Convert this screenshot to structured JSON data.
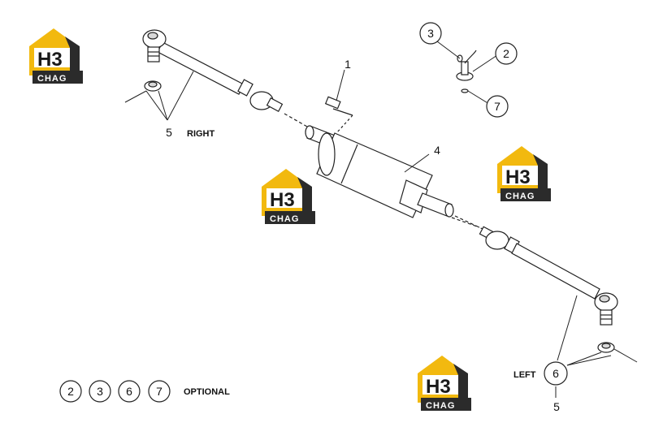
{
  "colors": {
    "logo_yellow": "#f2b90f",
    "logo_dark": "#2b2b2b",
    "line": "#222222",
    "part_fill": "#ffffff",
    "part_shade": "#d8d8d8"
  },
  "logo": {
    "icon": "house-logo-icon",
    "mark": "H3",
    "word": "CHAG"
  },
  "callouts": {
    "c1": "1",
    "c2": "2",
    "c3": "3",
    "c4": "4",
    "c5_right": "5",
    "c5_left": "5",
    "c6": "6",
    "c7": "7"
  },
  "labels": {
    "right": "RIGHT",
    "left": "LEFT",
    "optional": "OPTIONAL"
  },
  "legend": {
    "items": [
      "2",
      "3",
      "6",
      "7"
    ]
  }
}
